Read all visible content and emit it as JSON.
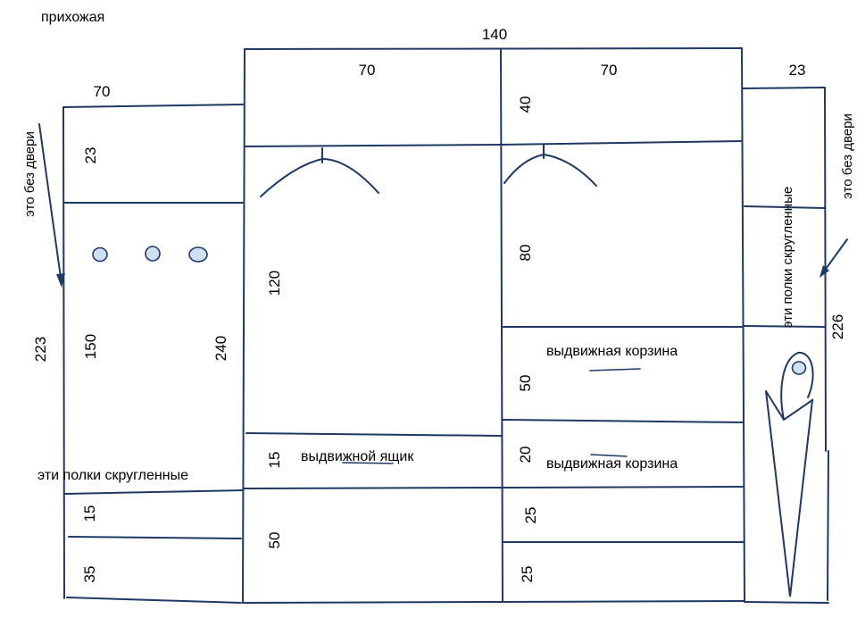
{
  "title": "прихожая",
  "dimensions": {
    "total_width": "140",
    "left_width": "70",
    "mid_left_width": "70",
    "mid_right_width": "70",
    "right_width": "23",
    "left_top": "23",
    "left_middle": "150",
    "left_height_total": "223",
    "left_section_height": "240",
    "left_shelf_1": "15",
    "left_shelf_2": "35",
    "mid_top": "40",
    "mid_hanging": "120",
    "mid_drawer": "15",
    "mid_bottom": "50",
    "right_hanging": "80",
    "right_basket_1": "50",
    "right_basket_2": "20",
    "right_shelf_1": "25",
    "right_shelf_2": "25",
    "right_height_total": "226"
  },
  "labels": {
    "no_door_left": "это без двери",
    "no_door_right": "это без двери",
    "rounded_shelves_left": "эти полки скругленные",
    "rounded_shelves_right": "эти полки скругленные",
    "drawer": "выдвижной ящик",
    "basket_1": "выдвижная корзина",
    "basket_2": "выдвижная корзина"
  },
  "colors": {
    "line": "#1f3864",
    "knob_fill": "#cfe0f3"
  }
}
